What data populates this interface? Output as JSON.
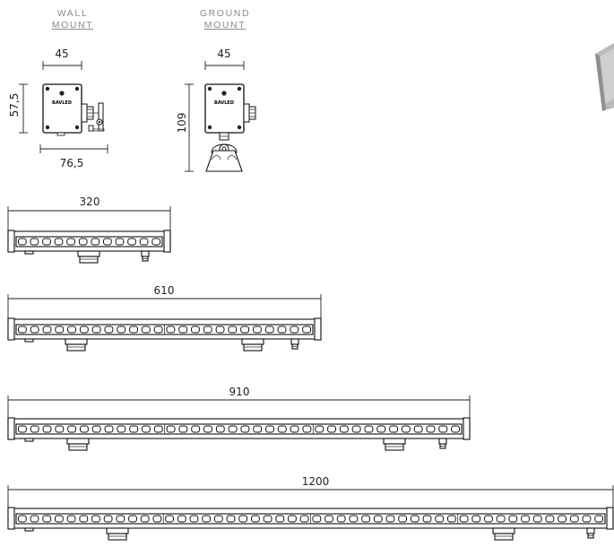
{
  "mounts": {
    "wall": {
      "line1": "WALL",
      "line2": "MOUNT"
    },
    "ground": {
      "line1": "GROUND",
      "line2": "MOUNT"
    },
    "logo_text": "BAVLED"
  },
  "dimensions": {
    "wall_width": "45",
    "wall_height": "57,5",
    "wall_depth": "76,5",
    "ground_width": "45",
    "ground_height": "109"
  },
  "bars": [
    {
      "length_label": "320"
    },
    {
      "length_label": "610"
    },
    {
      "length_label": "910"
    },
    {
      "length_label": "1200"
    }
  ]
}
